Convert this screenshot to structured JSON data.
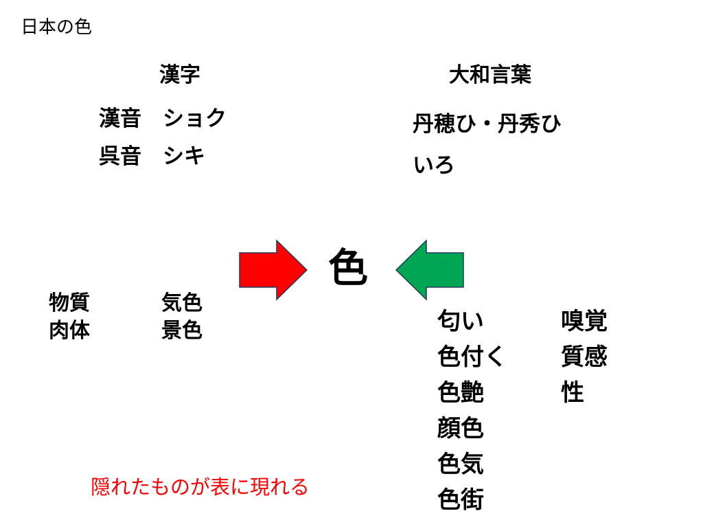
{
  "title": "日本の色",
  "kanji": {
    "heading": "漢字",
    "kan_on": "漢音　ショク",
    "go_on": "呉音　シキ"
  },
  "yamato": {
    "heading": "大和言葉",
    "line1": "丹穂ひ・丹秀ひ",
    "line2": "いろ"
  },
  "center": "色",
  "left_words": {
    "col1": [
      "物質",
      "肉体"
    ],
    "col2": [
      "気色",
      "景色"
    ]
  },
  "right_words": {
    "col1": [
      "匂い",
      "色付く",
      "色艶",
      "顔色",
      "色気",
      "色街"
    ],
    "col2": [
      "嗅覚",
      "質感",
      "性"
    ]
  },
  "caption": "隠れたものが表に現れる",
  "colors": {
    "left_arrow": "#ff0000",
    "right_arrow": "#00a651",
    "caption": "#ff0000",
    "arrow_stroke": "#1f3a5f"
  },
  "icons": {
    "left_arrow": "right-arrow-icon",
    "right_arrow": "left-arrow-icon"
  }
}
